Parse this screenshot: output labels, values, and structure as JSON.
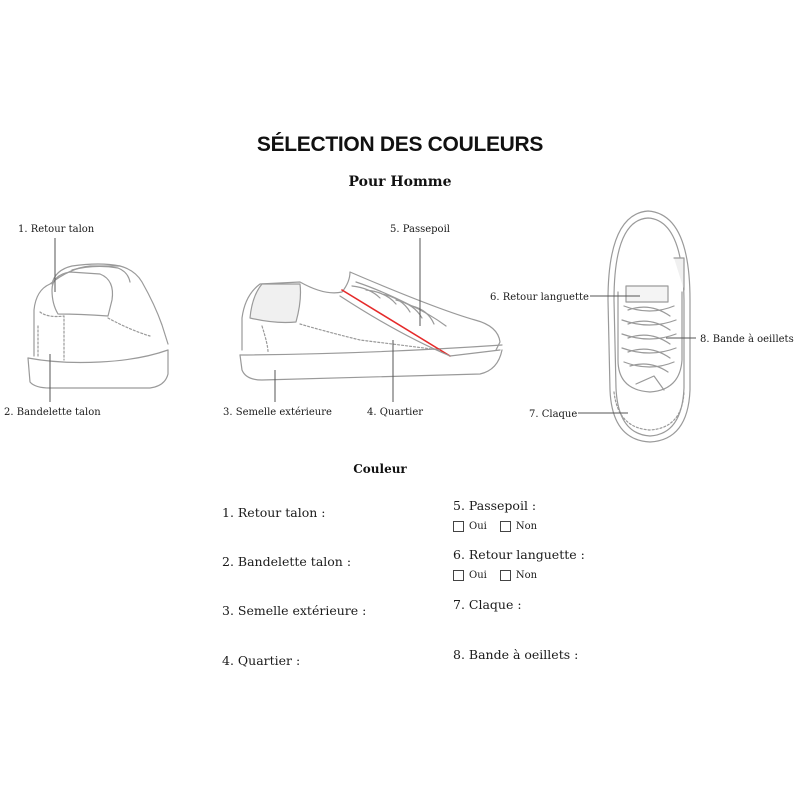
{
  "header": {
    "title": "SÉLECTION DES COULEURS",
    "subtitle": "Pour Homme"
  },
  "diagram": {
    "labels": {
      "retour_talon": "1. Retour talon",
      "bandelette_talon": "2. Bandelette talon",
      "semelle_exterieure": "3. Semelle extérieure",
      "quartier": "4. Quartier",
      "passepoil": "5. Passepoil",
      "retour_languette": "6. Retour languette",
      "claque": "7. Claque",
      "bande_oeillets": "8. Bande à oeillets"
    },
    "colors": {
      "outline": "#9a9a9a",
      "leader": "#555555",
      "highlight": "#e52b2b"
    }
  },
  "form": {
    "section_title": "Couleur",
    "fields": {
      "f1": "1. Retour talon :",
      "f2": "2. Bandelette talon :",
      "f3": "3. Semelle extérieure :",
      "f4": "4. Quartier :",
      "f5": "5. Passepoil :",
      "f6": "6. Retour languette :",
      "f7": "7. Claque :",
      "f8": "8. Bande à oeillets :"
    },
    "options": {
      "yes": "Oui",
      "no": "Non"
    }
  }
}
